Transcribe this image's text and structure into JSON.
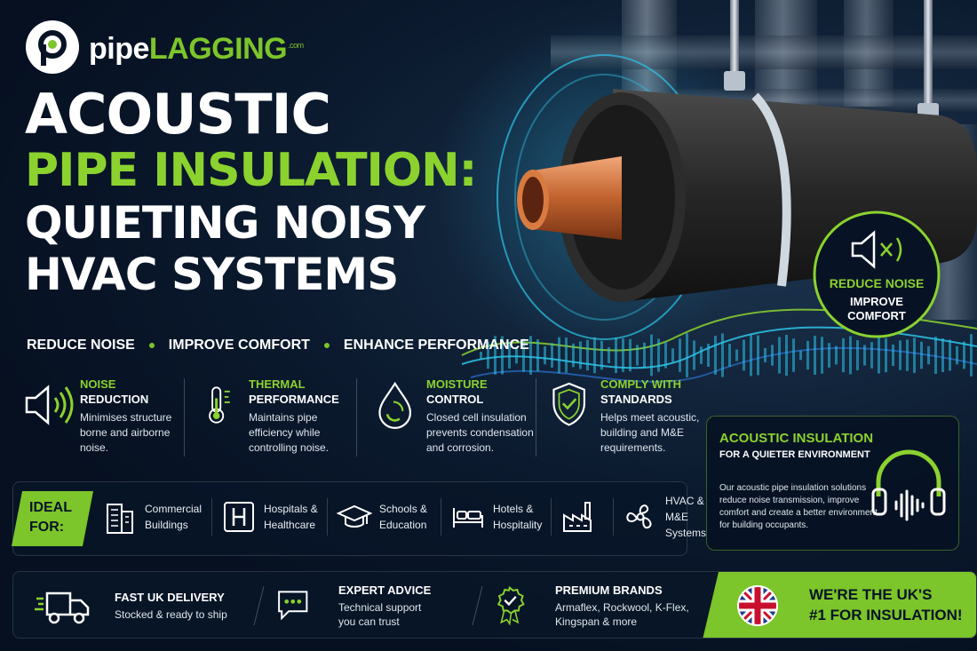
{
  "brand": {
    "name_white": "pipe",
    "name_green": "LAGGING",
    "suffix": ".com"
  },
  "headline": {
    "line1": "ACOUSTIC",
    "line2": "PIPE INSULATION:",
    "line3": "QUIETING NOISY",
    "line4": "HVAC SYSTEMS"
  },
  "tagline": [
    "REDUCE NOISE",
    "IMPROVE COMFORT",
    "ENHANCE PERFORMANCE"
  ],
  "hero_badge": {
    "line1": "REDUCE NOISE",
    "line2": "IMPROVE",
    "line3": "COMFORT"
  },
  "features": [
    {
      "icon": "speaker-icon",
      "title_green": "NOISE",
      "title_white": "REDUCTION",
      "desc": [
        "Minimises structure",
        "borne and airborne",
        "noise."
      ]
    },
    {
      "icon": "thermometer-icon",
      "title_green": "THERMAL",
      "title_white": "PERFORMANCE",
      "desc": [
        "Maintains pipe",
        "efficiency while",
        "controlling noise."
      ]
    },
    {
      "icon": "water-drop-icon",
      "title_green": "MOISTURE",
      "title_white": "CONTROL",
      "desc": [
        "Closed cell insulation",
        "prevents condensation",
        "and corrosion."
      ]
    },
    {
      "icon": "shield-check-icon",
      "title_green": "COMPLY WITH",
      "title_white": "STANDARDS",
      "desc": [
        "Helps meet acoustic,",
        "building and M&E",
        "requirements."
      ]
    }
  ],
  "acoustic_card": {
    "title": "ACOUSTIC INSULATION",
    "subtitle": "FOR A QUIETER ENVIRONMENT",
    "desc": [
      "Our acoustic pipe insulation solutions",
      "reduce noise transmission, improve",
      "comfort and create a better environment",
      "for building occupants."
    ]
  },
  "ideal_for": {
    "label_line1": "IDEAL",
    "label_line2": "FOR:",
    "items": [
      {
        "icon": "building-icon",
        "line1": "Commercial",
        "line2": "Buildings"
      },
      {
        "icon": "hospital-icon",
        "line1": "Hospitals &",
        "line2": "Healthcare"
      },
      {
        "icon": "graduation-cap-icon",
        "line1": "Schools &",
        "line2": "Education"
      },
      {
        "icon": "bed-icon",
        "line1": "Hotels &",
        "line2": "Hospitality"
      },
      {
        "icon": "factory-icon",
        "line1": "",
        "line2": ""
      },
      {
        "icon": "fan-icon",
        "line1": "HVAC & M&E",
        "line2": "Systems"
      }
    ]
  },
  "bottom_bar": [
    {
      "icon": "delivery-truck-icon",
      "title": "FAST UK DELIVERY",
      "desc": [
        "Stocked & ready to ship"
      ]
    },
    {
      "icon": "chat-bubble-icon",
      "title": "EXPERT ADVICE",
      "desc": [
        "Technical support",
        "you can trust"
      ]
    },
    {
      "icon": "award-badge-icon",
      "title": "PREMIUM BRANDS",
      "desc": [
        "Armaflex, Rockwool, K-Flex,",
        "Kingspan & more"
      ]
    }
  ],
  "promo": {
    "line1": "WE'RE THE UK'S",
    "line2": "#1 FOR INSULATION!"
  },
  "colors": {
    "background": "#071325",
    "accent_green": "#8bd22f",
    "white": "#ffffff"
  }
}
